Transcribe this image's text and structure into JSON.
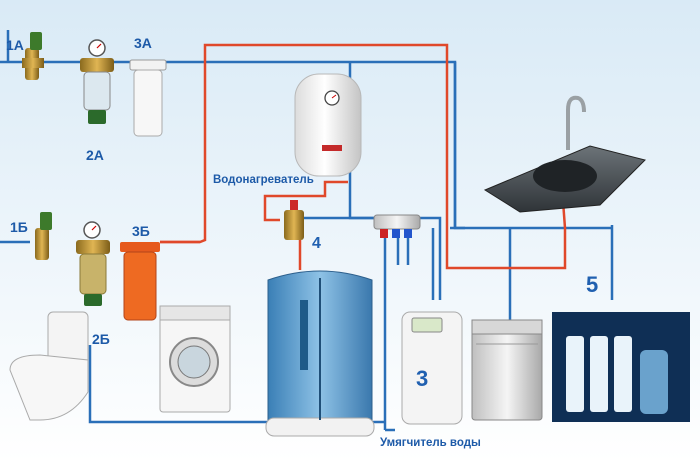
{
  "labels": {
    "l1a": "1А",
    "l2a": "2А",
    "l3a": "3А",
    "l1b": "1Б",
    "l2b": "2Б",
    "l3b": "3Б",
    "n4": "4",
    "n3": "3",
    "n5": "5",
    "heater": "Водонагреватель",
    "softener": "Умягчитель воды"
  },
  "colors": {
    "background_top": "#dfeef8",
    "background_bottom": "#ffffff",
    "cold_pipe": "#2a6fb8",
    "hot_pipe": "#e0482a",
    "label": "#1d5aa8",
    "number": "#2060b0"
  }
}
